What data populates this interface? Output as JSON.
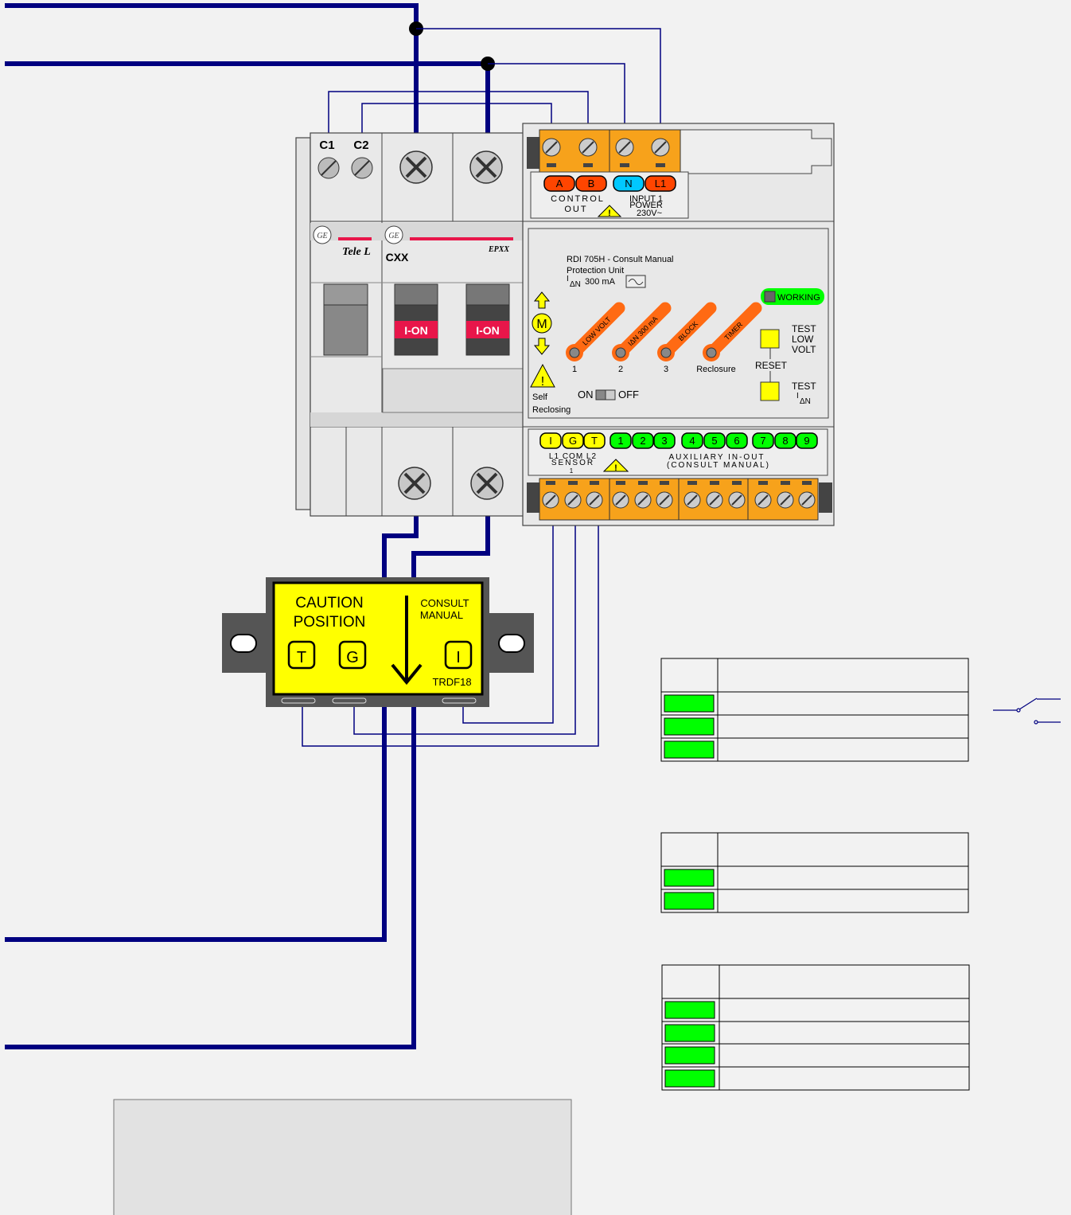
{
  "breaker": {
    "tele_labels": [
      "C1",
      "C2"
    ],
    "tele_brand": "Tele L",
    "cxx_label": "CXX",
    "epxx_label": "EPXX",
    "on_labels": [
      "I-ON",
      "I-ON"
    ]
  },
  "top_terminals": {
    "letters": [
      "A",
      "B",
      "N",
      "L1"
    ],
    "control_line1": "CONTROL",
    "control_line2": "OUT",
    "input_line1": "INPUT 1",
    "input_line2": "POWER",
    "input_line3": "230V~"
  },
  "front_panel": {
    "title": "RDI 705H  - Consult Manual",
    "subtitle": "Protection Unit",
    "rating_prefix": "I",
    "rating_sub": "ΔN",
    "rating_value": "300 mA",
    "motor_letter": "M",
    "working_label": "WORKING",
    "knobs": [
      {
        "label": "LOW VOLT",
        "number": "1"
      },
      {
        "label": "IΔN 300 mA",
        "number": "2"
      },
      {
        "label": "BLOCK",
        "number": "3"
      },
      {
        "label": "TIMER",
        "number": "Reclosure"
      }
    ],
    "self_reclosing_line1": "Self",
    "self_reclosing_line2": "Reclosing",
    "on_label": "ON",
    "off_label": "OFF",
    "test_low_volt": [
      "TEST",
      "LOW",
      "VOLT"
    ],
    "reset_label": "RESET",
    "test_idn_line1": "TEST",
    "test_idn_prefix": "I",
    "test_idn_sub": "ΔN"
  },
  "bottom_terminals": {
    "sensor_letters": [
      "I",
      "G",
      "T"
    ],
    "aux_numbers": [
      "1",
      "2",
      "3",
      "4",
      "5",
      "6",
      "7",
      "8",
      "9"
    ],
    "sensor_line1": "L1  COM  L2",
    "sensor_line2": "SENSOR",
    "sensor_line3": "1",
    "aux_line1": "AUXILIARY IN-OUT",
    "aux_line2": "(CONSULT MANUAL)"
  },
  "sensor": {
    "caution_line1": "CAUTION",
    "caution_line2": "POSITION",
    "consult_line1": "CONSULT",
    "consult_line2": "MANUAL",
    "terminals": [
      "T",
      "G",
      "I"
    ],
    "model": "TRDF18"
  },
  "colors": {
    "wire": "#000080",
    "orange": "#f7a21b",
    "red_tag": "#ff4500",
    "cyan_tag": "#00c8ff",
    "yellow": "#ffff00",
    "green": "#00ff00",
    "knob": "#ff6a13",
    "on_red": "#e8164a"
  }
}
